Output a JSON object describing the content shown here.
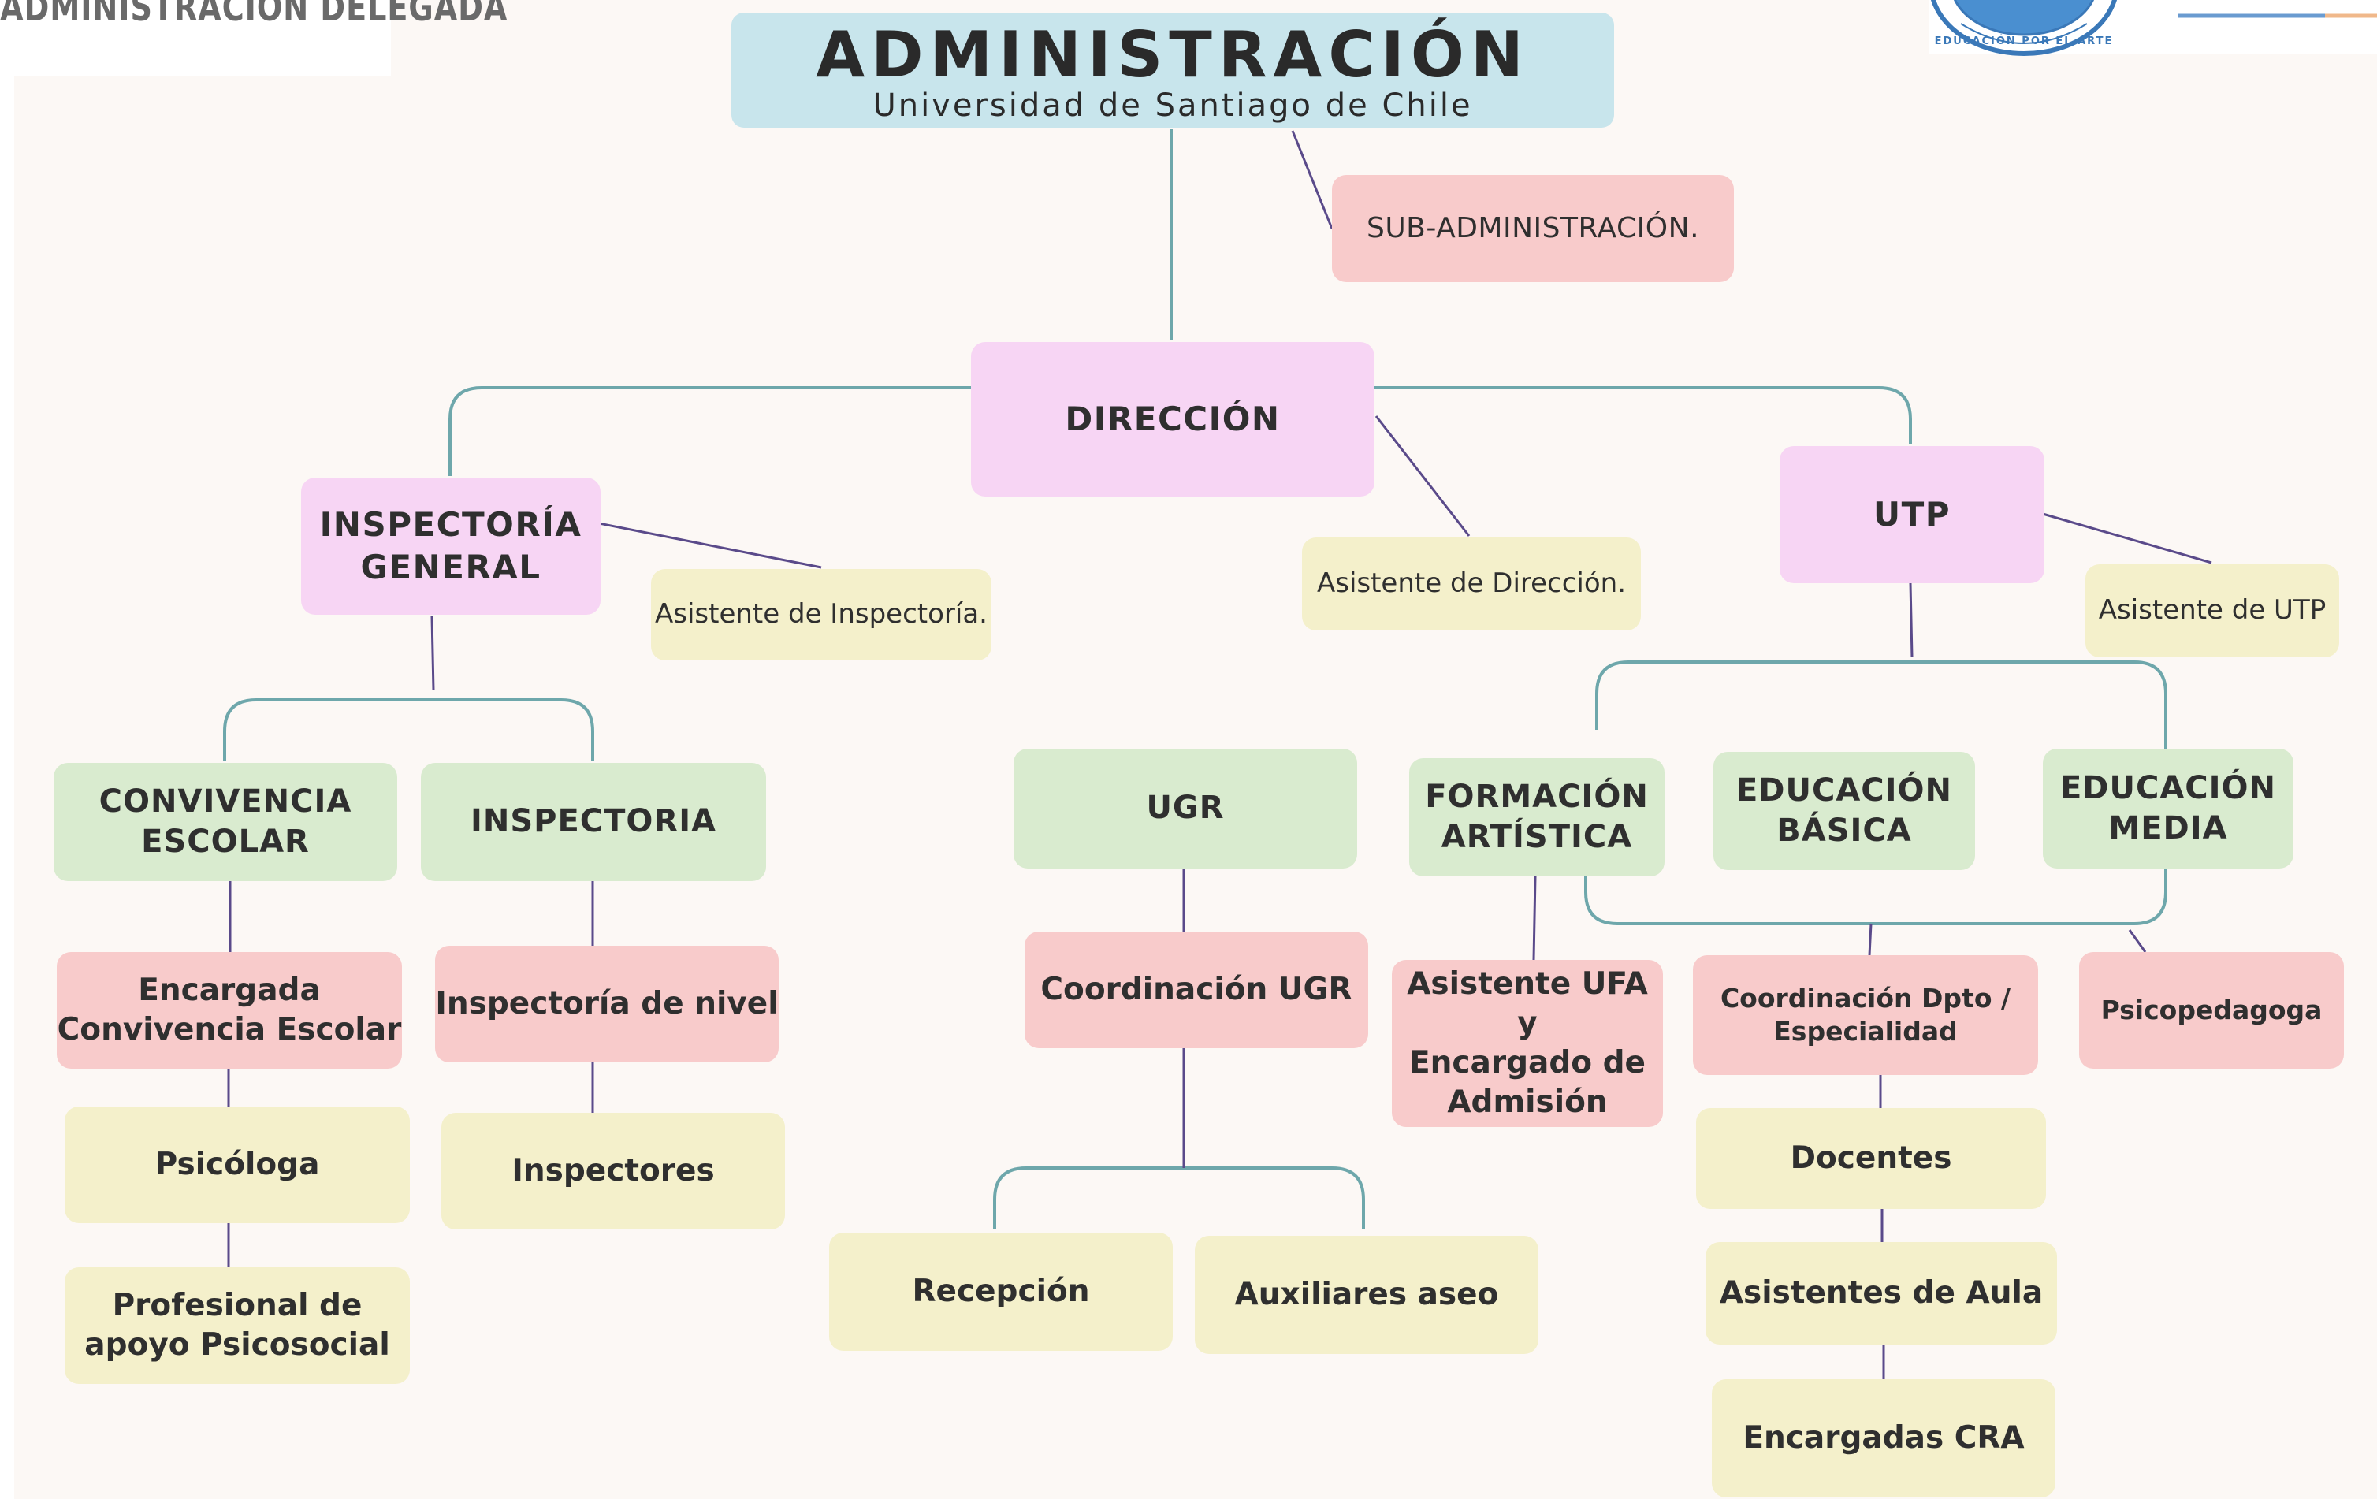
{
  "corner_label": "ADMINISTRACIÓN DELEGADA",
  "root": {
    "title": "ADMINISTRACIÓN",
    "subtitle": "Universidad de Santiago de Chile"
  },
  "seal_text": "EDUCACIÓN POR EL ARTE",
  "sub_administration": "SUB-ADMINISTRACIÓN.",
  "direction": "DIRECCIÓN",
  "direction_assistant": "Asistente de Dirección.",
  "inspectoria_general": "INSPECTORÍA\nGENERAL",
  "inspectoria_assistant": "Asistente de Inspectoría.",
  "utp": "UTP",
  "utp_assistant": "Asistente de UTP",
  "convivencia": {
    "title": "CONVIVENCIA\nESCOLAR",
    "encargada": "Encargada\nConvivencia Escolar",
    "psicologa": "Psicóloga",
    "profesional": "Profesional de\napoyo Psicosocial"
  },
  "inspectoria": {
    "title": "INSPECTORIA",
    "nivel": "Inspectoría de nivel",
    "inspectores": "Inspectores"
  },
  "ugr": {
    "title": "UGR",
    "coordinacion": "Coordinación UGR",
    "recepcion": "Recepción",
    "auxiliares": "Auxiliares aseo"
  },
  "formacion_artistica": "FORMACIÓN\nARTÍSTICA",
  "educacion_basica": "EDUCACIÓN\nBÁSICA",
  "educacion_media": "EDUCACIÓN\nMEDIA",
  "asistente_ufa": "Asistente UFA y\nEncargado de\nAdmisión",
  "coordinacion_dpto": "Coordinación Dpto /\nEspecialidad",
  "psicopedagoga": "Psicopedagoga",
  "docentes": "Docentes",
  "asistentes_aula": "Asistentes de Aula",
  "encargadas_cra": "Encargadas CRA",
  "colors": {
    "background": "#fcf8f5",
    "root": "#c8e5ec",
    "level1": "#f7d5f4",
    "level2": "#d9ebcf",
    "role": "#f8cbcb",
    "staff": "#f4f0cb",
    "connector_teal": "#6ea7ab",
    "connector_purple": "#5a4a8a",
    "seal": "#3a78b8"
  }
}
